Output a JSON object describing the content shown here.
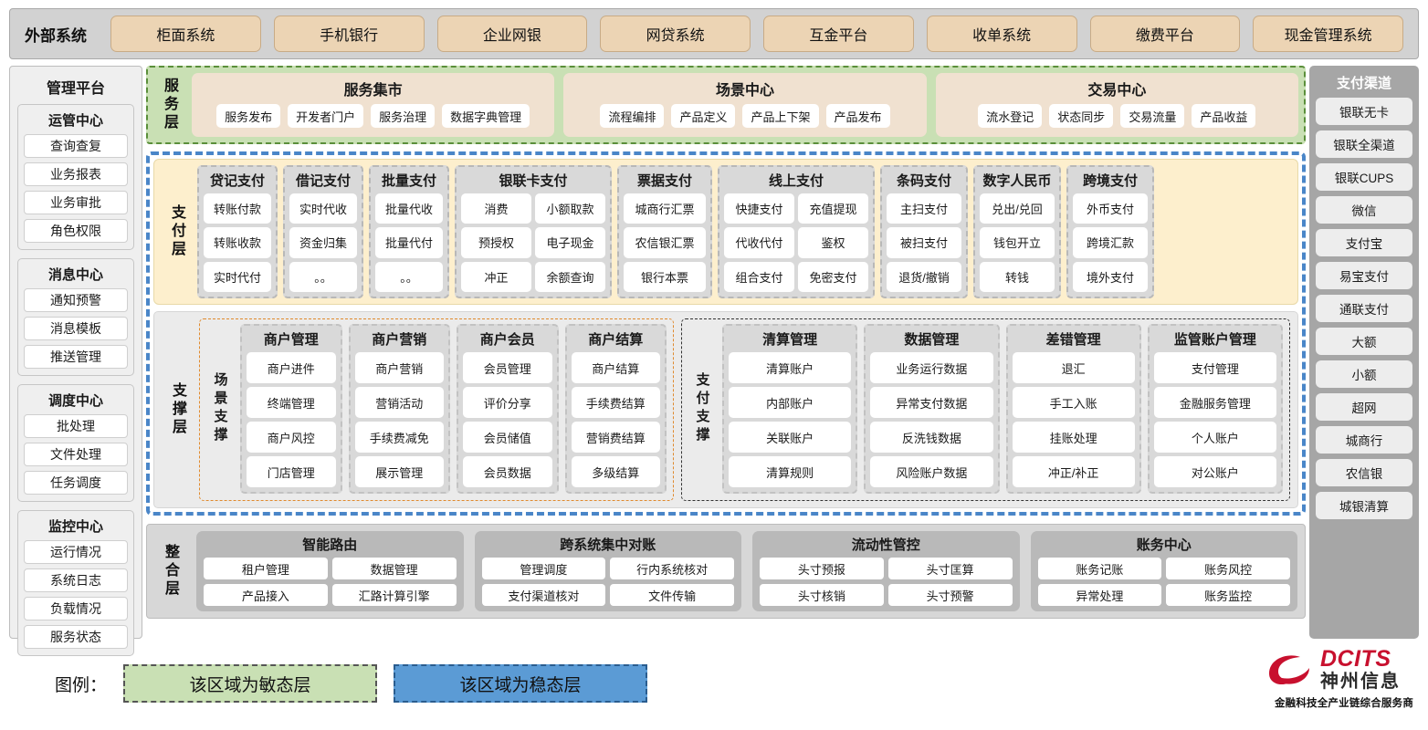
{
  "external": {
    "title": "外部系统",
    "items": [
      "柜面系统",
      "手机银行",
      "企业网银",
      "网贷系统",
      "互金平台",
      "收单系统",
      "缴费平台",
      "现金管理系统"
    ]
  },
  "left_panel": {
    "title": "管理平台",
    "groups": [
      {
        "title": "运管中心",
        "items": [
          "查询查复",
          "业务报表",
          "业务审批",
          "角色权限"
        ]
      },
      {
        "title": "消息中心",
        "items": [
          "通知预警",
          "消息模板",
          "推送管理"
        ]
      },
      {
        "title": "调度中心",
        "items": [
          "批处理",
          "文件处理",
          "任务调度"
        ]
      },
      {
        "title": "监控中心",
        "items": [
          "运行情况",
          "系统日志",
          "负载情况",
          "服务状态"
        ]
      }
    ]
  },
  "right_panel": {
    "title": "支付渠道",
    "items": [
      "银联无卡",
      "银联全渠道",
      "银联CUPS",
      "微信",
      "支付宝",
      "易宝支付",
      "通联支付",
      "大额",
      "小额",
      "超网",
      "城商行",
      "农信银",
      "城银清算"
    ]
  },
  "service_layer": {
    "tag": "服务层",
    "boxes": [
      {
        "title": "服务集市",
        "items": [
          "服务发布",
          "开发者门户",
          "服务治理",
          "数据字典管理"
        ]
      },
      {
        "title": "场景中心",
        "items": [
          "流程编排",
          "产品定义",
          "产品上下架",
          "产品发布"
        ]
      },
      {
        "title": "交易中心",
        "items": [
          "流水登记",
          "状态同步",
          "交易流量",
          "产品收益"
        ]
      }
    ]
  },
  "payment_layer": {
    "tag": "支付层",
    "columns": [
      {
        "title": "贷记支付",
        "cols": 1,
        "width": 88,
        "items": [
          "转账付款",
          "转账收款",
          "实时代付"
        ]
      },
      {
        "title": "借记支付",
        "cols": 1,
        "width": 88,
        "items": [
          "实时代收",
          "资金归集",
          "。。"
        ]
      },
      {
        "title": "批量支付",
        "cols": 1,
        "width": 88,
        "items": [
          "批量代收",
          "批量代付",
          "。。"
        ]
      },
      {
        "title": "银联卡支付",
        "cols": 2,
        "width": 172,
        "items": [
          "消费",
          "小额取款",
          "预授权",
          "电子现金",
          "冲正",
          "余额查询"
        ]
      },
      {
        "title": "票据支付",
        "cols": 1,
        "width": 104,
        "items": [
          "城商行汇票",
          "农信银汇票",
          "银行本票"
        ]
      },
      {
        "title": "线上支付",
        "cols": 2,
        "width": 172,
        "items": [
          "快捷支付",
          "充值提现",
          "代收代付",
          "鉴权",
          "组合支付",
          "免密支付"
        ]
      },
      {
        "title": "条码支付",
        "cols": 1,
        "width": 96,
        "items": [
          "主扫支付",
          "被扫支付",
          "退货/撤销"
        ]
      },
      {
        "title": "数字人民币",
        "cols": 1,
        "width": 96,
        "items": [
          "兑出/兑回",
          "钱包开立",
          "转钱"
        ]
      },
      {
        "title": "跨境支付",
        "cols": 1,
        "width": 96,
        "items": [
          "外币支付",
          "跨境汇款",
          "境外支付"
        ]
      }
    ]
  },
  "support_layer": {
    "tag": "支撑层",
    "zones": [
      {
        "tag": "场景支撑",
        "style": "scene",
        "columns": [
          {
            "title": "商户管理",
            "items": [
              "商户进件",
              "终端管理",
              "商户风控",
              "门店管理"
            ]
          },
          {
            "title": "商户营销",
            "items": [
              "商户营销",
              "营销活动",
              "手续费减免",
              "展示管理"
            ]
          },
          {
            "title": "商户会员",
            "items": [
              "会员管理",
              "评价分享",
              "会员储值",
              "会员数据"
            ]
          },
          {
            "title": "商户结算",
            "items": [
              "商户结算",
              "手续费结算",
              "营销费结算",
              "多级结算"
            ]
          }
        ]
      },
      {
        "tag": "支付支撑",
        "style": "paysup",
        "columns": [
          {
            "title": "清算管理",
            "items": [
              "清算账户",
              "内部账户",
              "关联账户",
              "清算规则"
            ]
          },
          {
            "title": "数据管理",
            "items": [
              "业务运行数据",
              "异常支付数据",
              "反洗钱数据",
              "风险账户数据"
            ]
          },
          {
            "title": "差错管理",
            "items": [
              "退汇",
              "手工入账",
              "挂账处理",
              "冲正/补正"
            ]
          },
          {
            "title": "监管账户管理",
            "items": [
              "支付管理",
              "金融服务管理",
              "个人账户",
              "对公账户"
            ]
          }
        ]
      }
    ]
  },
  "integration_layer": {
    "tag": "整合层",
    "boxes": [
      {
        "title": "智能路由",
        "items": [
          "租户管理",
          "数据管理",
          "产品接入",
          "汇路计算引擎"
        ]
      },
      {
        "title": "跨系统集中对账",
        "items": [
          "管理调度",
          "行内系统核对",
          "支付渠道核对",
          "文件传输"
        ]
      },
      {
        "title": "流动性管控",
        "items": [
          "头寸预报",
          "头寸匡算",
          "头寸核销",
          "头寸预警"
        ]
      },
      {
        "title": "账务中心",
        "items": [
          "账务记账",
          "账务风控",
          "异常处理",
          "账务监控"
        ]
      }
    ]
  },
  "legend": {
    "label": "图例：",
    "agile": "该区域为敏态层",
    "stable": "该区域为稳态层"
  },
  "logo": {
    "brand_en": "DCITS",
    "brand_cn": "神州信息",
    "tagline": "金融科技全产业链综合服务商"
  },
  "colors": {
    "agile_green": "#c9e0b4",
    "stable_blue": "#5b9bd5",
    "payment_yellow": "#fdefcd",
    "service_peach": "#f0e1d0",
    "external_tan": "#ecd4b4",
    "brand_red": "#c8102e"
  }
}
